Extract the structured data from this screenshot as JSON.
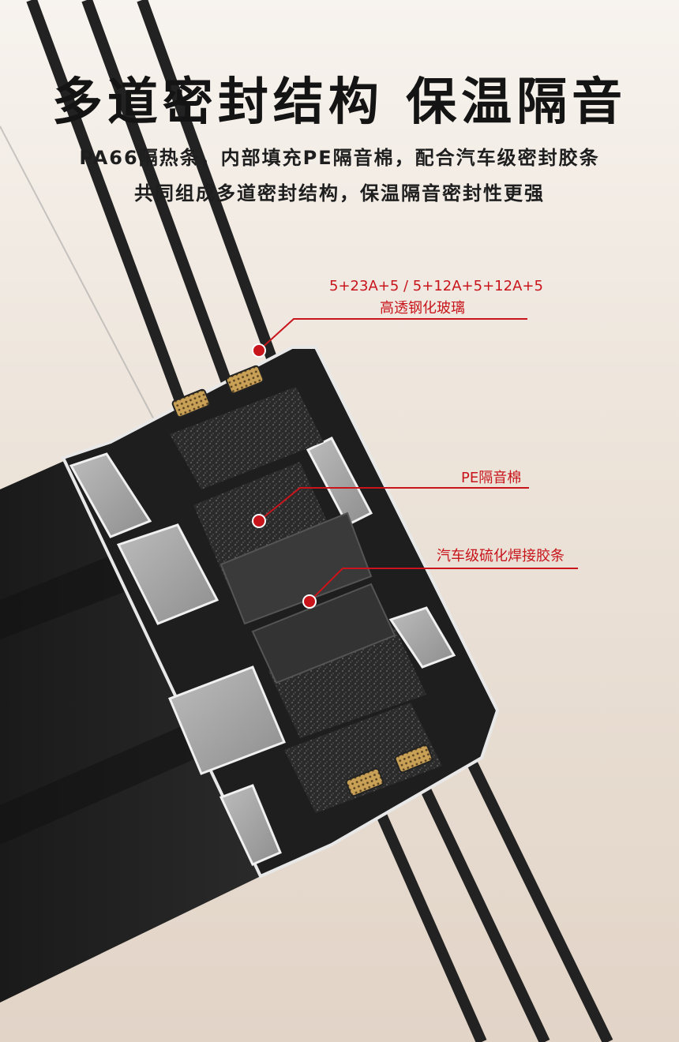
{
  "headline": "多道密封结构 保温隔音",
  "description": {
    "line1": "PA66隔热条，内部填充PE隔音棉，配合汽车级密封胶条",
    "line2": "共同组成多道密封结构，保温隔音密封性更强"
  },
  "callouts": {
    "glass_spec": "5+23A+5 / 5+12A+5+12A+5",
    "glass_name": "高透钢化玻璃",
    "foam": "PE隔音棉",
    "seal": "汽车级硫化焊接胶条"
  },
  "colors": {
    "accent": "#c8141b",
    "profile_dark": "#1c1c1c",
    "aluminum": "#d9d9d9"
  }
}
